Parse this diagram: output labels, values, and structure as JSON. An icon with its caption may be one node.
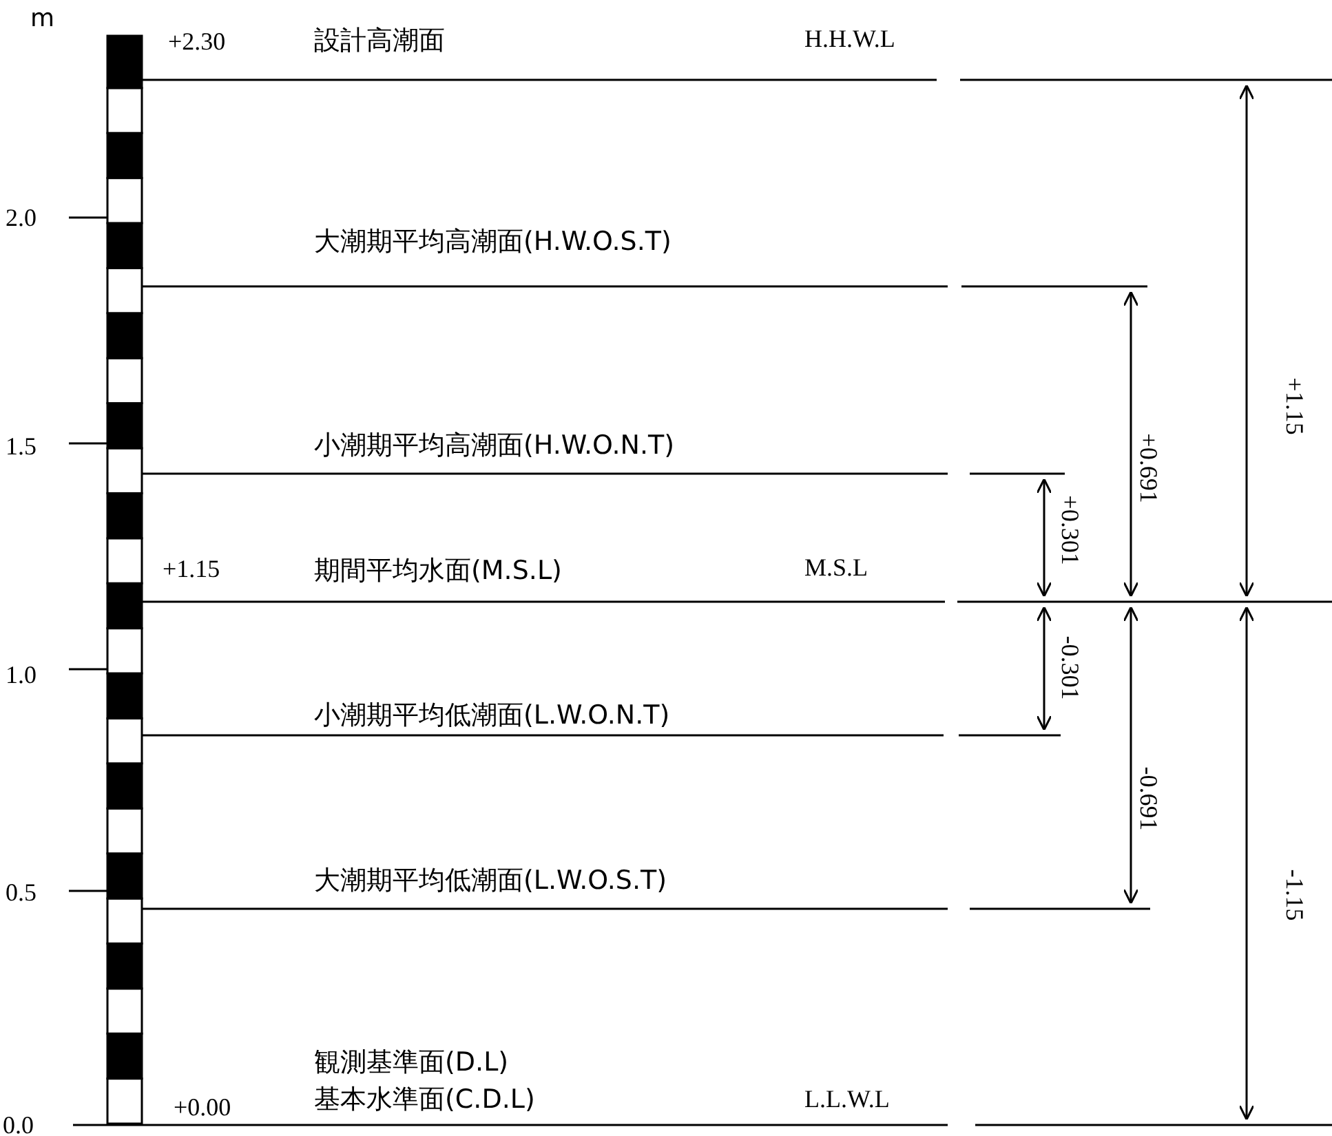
{
  "diagram": {
    "labels": [
      "m",
      "+2.30",
      "設計高潮面",
      "H.H.W.L",
      "2.0",
      "大潮期平均高潮面(H.W.O.S.T)",
      "+1.15",
      "+0.691",
      "1.5",
      "小潮期平均高潮面(H.W.O.N.T)",
      "+0.301",
      "+1.15",
      "期間平均水面(M.S.L)",
      "M.S.L",
      "-0.301",
      "1.0",
      "小潮期平均低潮面(L.W.O.N.T)",
      "-0.691",
      "0.5",
      "大潮期平均低潮面(L.W.O.S.T)",
      "-1.15",
      "観測基準面(D.L)",
      "基本水準面(C.D.L)",
      "+0.00",
      "L.L.W.L",
      "0.0"
    ]
  }
}
